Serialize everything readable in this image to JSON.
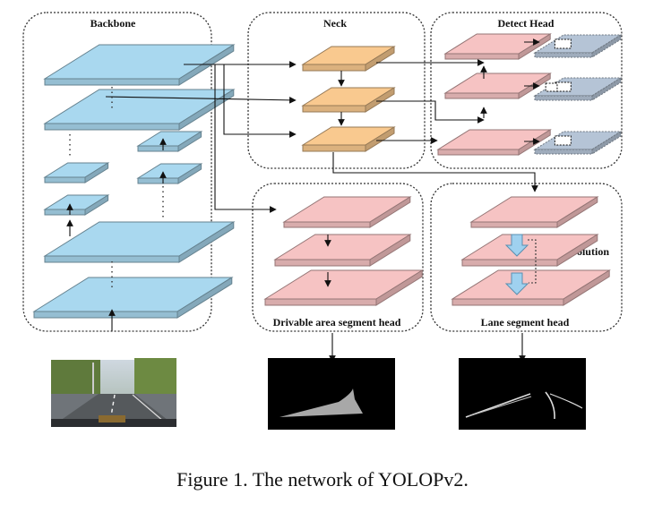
{
  "diagram": {
    "groups": {
      "backbone": "Backbone",
      "neck": "Neck",
      "detect_head": "Detect Head",
      "drivable_head": "Drivable area segment head",
      "lane_head": "Lane segment head"
    },
    "annotations": {
      "deconvolution": "Deconvolution"
    },
    "inputs": {
      "input_image": "road-scene-photo"
    },
    "outputs": {
      "drivable_mask": "drivable-area-mask",
      "lane_mask": "lane-line-mask"
    },
    "colors": {
      "backbone_layer": "#a9d8ef",
      "neck_layer": "#f9c98f",
      "head_layer": "#f6c3c3",
      "detect_output": "#b5c4d6",
      "dashed_border": "#333333"
    }
  },
  "caption": "Figure 1. The network of YOLOPv2."
}
